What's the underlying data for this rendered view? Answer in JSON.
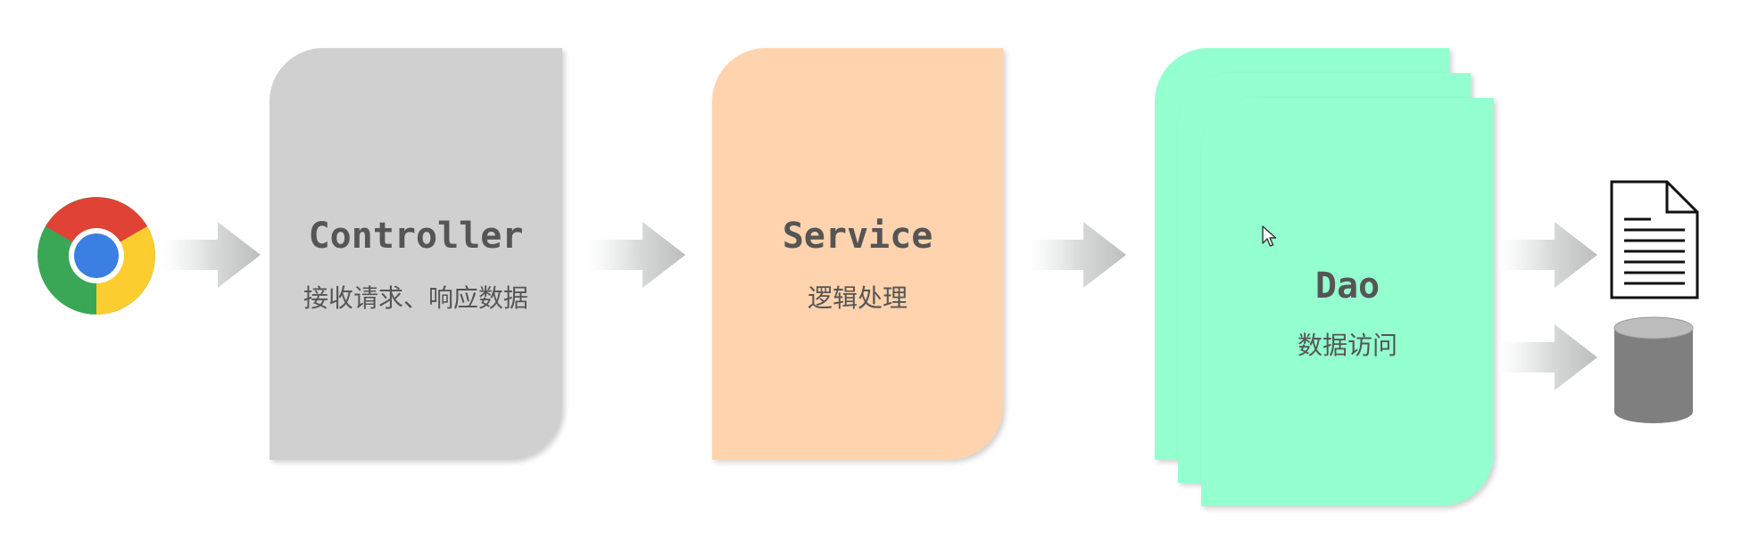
{
  "diagram": {
    "colors": {
      "controller": "#d0d0d0",
      "service": "#fed3ad",
      "dao": "#94ffcf",
      "arrow": "#c3c5c5"
    },
    "browser": {
      "icon": "chrome-icon"
    },
    "controller": {
      "title": "Controller",
      "subtitle": "接收请求、响应数据"
    },
    "service": {
      "title": "Service",
      "subtitle": "逻辑处理"
    },
    "dao": {
      "title": "Dao",
      "subtitle": "数据访问"
    },
    "targets": [
      {
        "icon": "document-icon"
      },
      {
        "icon": "database-icon"
      }
    ],
    "cursor": {
      "icon": "mouse-pointer-icon"
    }
  }
}
